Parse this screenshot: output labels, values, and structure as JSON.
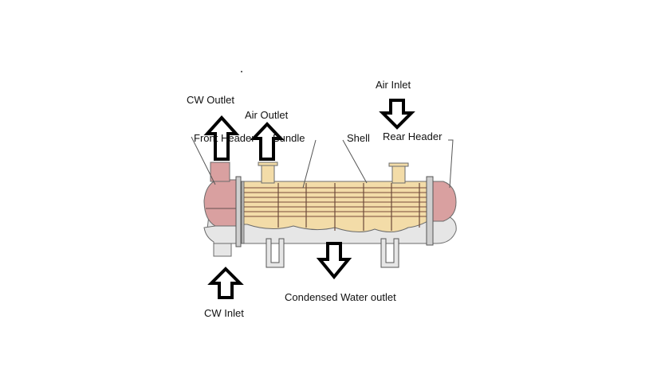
{
  "labels": {
    "cw_outlet": "CW Outlet",
    "air_outlet": "Air Outlet",
    "air_inlet": "Air Inlet",
    "front_header": "Front Header",
    "bundle": "Bundle",
    "shell": "Shell",
    "rear_header": "Rear Header",
    "cw_inlet": "CW Inlet",
    "condensed_water_outlet": "Condensed Water outlet"
  },
  "colors": {
    "header_fill": "#d9a0a0",
    "shell_fill": "#f3dca8",
    "lower_fill": "#e6e6e6",
    "tube_stroke": "#7a4a3a",
    "outline": "#555555",
    "arrow": "#000000"
  }
}
